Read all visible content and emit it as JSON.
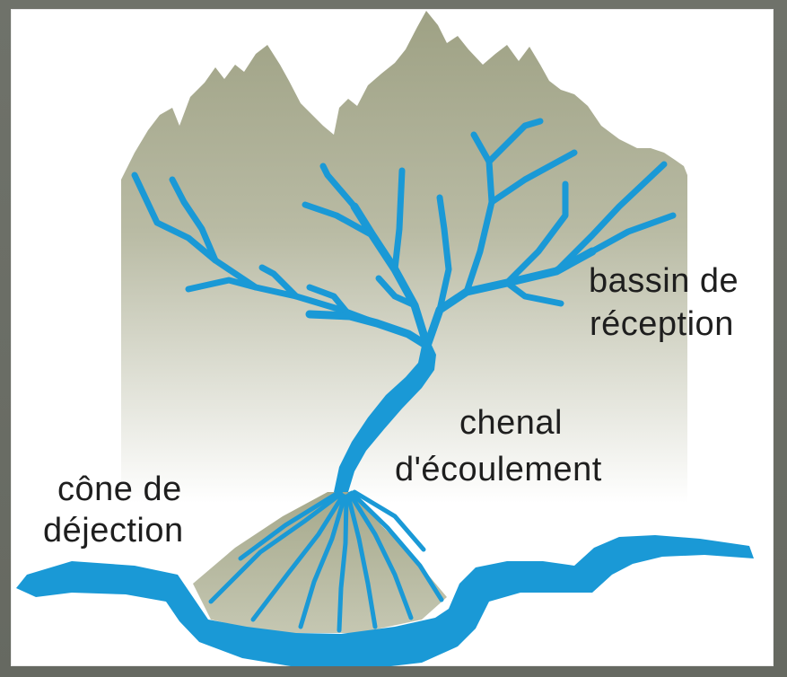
{
  "diagram": {
    "labels": {
      "basin_line1": "bassin de",
      "basin_line2": "réception",
      "channel_line1": "chenal",
      "channel_line2": "d'écoulement",
      "cone_line1": "cône de",
      "cone_line2": "déjection"
    },
    "colors": {
      "frame": "#6b6e66",
      "background": "#ffffff",
      "mountain_top": "#9ea184",
      "mountain_bottom": "#ffffff",
      "water": "#1a99d6",
      "text": "#1e1e1e"
    }
  }
}
